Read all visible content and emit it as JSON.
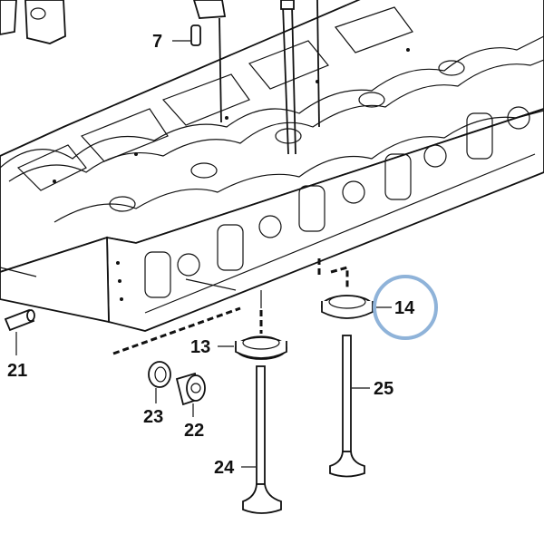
{
  "callouts": {
    "c7": "7",
    "c21": "21",
    "c23": "23",
    "c22": "22",
    "c13": "13",
    "c14": "14",
    "c25": "25",
    "c24": "24"
  },
  "highlight": {
    "callout": "14",
    "circle_color": "#8fb3d9"
  },
  "colors": {
    "line": "#111111",
    "background": "#ffffff"
  }
}
